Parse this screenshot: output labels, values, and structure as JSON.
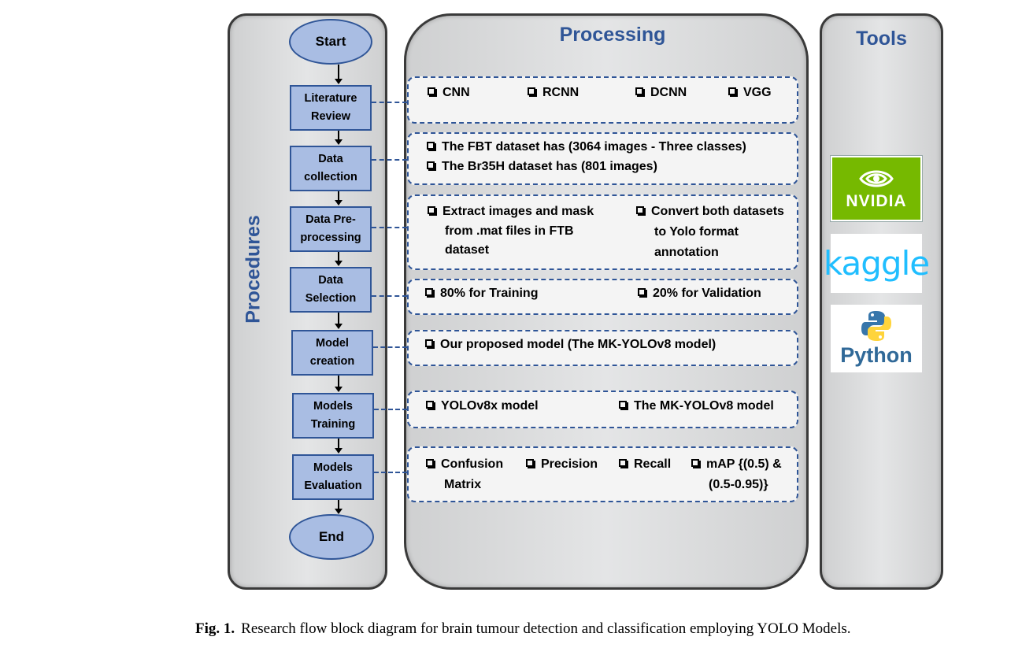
{
  "headings": {
    "procedures": "Procedures",
    "processing": "Processing",
    "tools": "Tools"
  },
  "flow": {
    "start": "Start",
    "end": "End",
    "steps": [
      {
        "line1": "Literature",
        "line2": "Review"
      },
      {
        "line1": "Data",
        "line2": "collection"
      },
      {
        "line1": "Data Pre-",
        "line2": "processing"
      },
      {
        "line1": "Data",
        "line2": "Selection"
      },
      {
        "line1": "Model",
        "line2": "creation"
      },
      {
        "line1": "Models",
        "line2": "Training"
      },
      {
        "line1": "Models",
        "line2": "Evaluation"
      }
    ]
  },
  "processing": {
    "literature": [
      "CNN",
      "RCNN",
      "DCNN",
      "VGG"
    ],
    "collection": [
      "The FBT dataset has (3064 images - Three classes)",
      "The Br35H dataset has (801 images)"
    ],
    "preprocessing": [
      {
        "line1": "Extract images and mask",
        "line2": "from .mat files in FTB",
        "line3": "dataset"
      },
      {
        "line1": "Convert both datasets",
        "line2": "to Yolo format",
        "line3": "annotation"
      }
    ],
    "selection": [
      "80% for Training",
      "20% for Validation"
    ],
    "creation": [
      "Our proposed model (The MK-YOLOv8 model)"
    ],
    "training": [
      "YOLOv8x model",
      "The MK-YOLOv8 model"
    ],
    "evaluation": [
      {
        "line1": "Confusion",
        "line2": "Matrix"
      },
      {
        "line1": "Precision",
        "line2": ""
      },
      {
        "line1": "Recall",
        "line2": ""
      },
      {
        "line1": "mAP {(0.5) &",
        "line2": "(0.5-0.95)}"
      }
    ]
  },
  "tools": {
    "nvidia": {
      "name": "NVIDIA",
      "color": "#76b900",
      "icon": "nvidia-eye-icon"
    },
    "kaggle": {
      "name": "kaggle",
      "color": "#20beff"
    },
    "python": {
      "name": "Python",
      "color": "#306998",
      "icon": "python-snakes-icon"
    }
  },
  "caption": {
    "label": "Fig. 1.",
    "text": "Research flow block diagram for brain tumour detection and classification employing YOLO Models."
  },
  "colors": {
    "node_fill": "#a9bde3",
    "node_border": "#2f5597",
    "heading": "#2f5597"
  }
}
